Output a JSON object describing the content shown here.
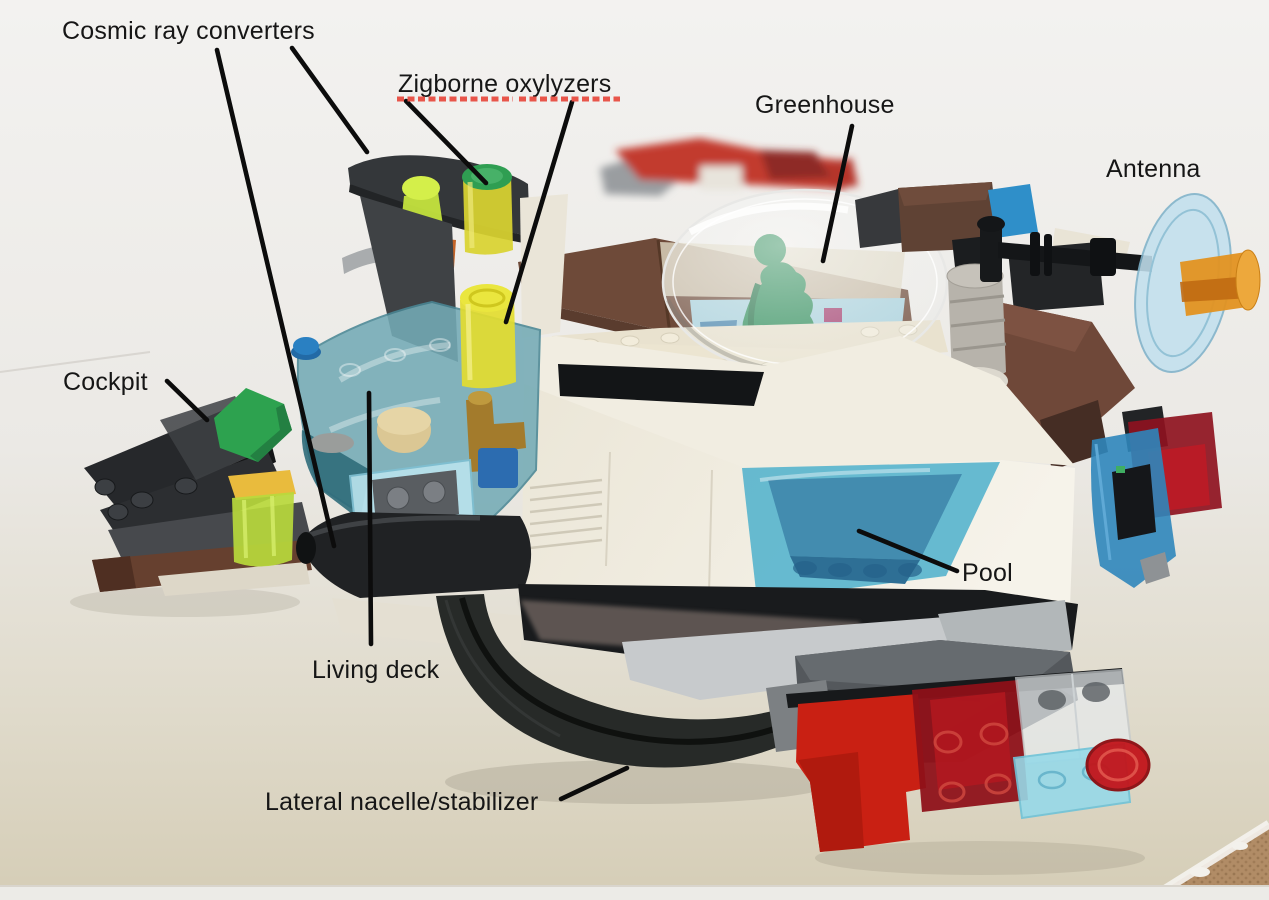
{
  "figure": {
    "type": "annotated-photo",
    "subject": "LEGO spaceship model photographed on a white sweep background",
    "labels": {
      "cosmic": "Cosmic ray converters",
      "zigborne": "Zigborne oxylyzers",
      "greenhouse": "Greenhouse",
      "antenna": "Antenna",
      "cockpit": "Cockpit",
      "pool": "Pool",
      "living_deck": "Living deck",
      "lateral": "Lateral nacelle/stabilizer"
    },
    "annotation_style": {
      "text_color": "#161616",
      "leader_line_color": "#0c0c0c",
      "spellcheck_underline_color": "#e8554a",
      "spellchecked_label": "Zigborne oxylyzers"
    },
    "parts": [
      {
        "name": "cosmic-ray-converter-upper",
        "color": "#34373a"
      },
      {
        "name": "cosmic-ray-converter-nose-cone",
        "color": "#202224"
      },
      {
        "name": "zigborne-oxylyzer-upper-cylinder",
        "color": "#d9d330"
      },
      {
        "name": "zigborne-oxylyzer-lower-cylinder",
        "color": "#e3dc2f"
      },
      {
        "name": "greenhouse-dome",
        "color": "#f4f5f4"
      },
      {
        "name": "greenhouse-plant",
        "color": "#2f8e5b"
      },
      {
        "name": "antenna-dish",
        "color": "#c2e0ee"
      },
      {
        "name": "antenna-cone",
        "color": "#e2921f"
      },
      {
        "name": "cockpit-tile",
        "color": "#2da24f"
      },
      {
        "name": "pool-window",
        "color": "#57b4cd"
      },
      {
        "name": "living-deck-canopy",
        "color": "#74abb6"
      },
      {
        "name": "lateral-nacelle-stabilizer",
        "color": "#54585c"
      },
      {
        "name": "red-nacelle",
        "color": "#c92013"
      },
      {
        "name": "hull",
        "color": "#ece7d9"
      },
      {
        "name": "background-wall",
        "color": "#efedea"
      },
      {
        "name": "table-surface",
        "color": "#d8d0ba"
      }
    ]
  }
}
